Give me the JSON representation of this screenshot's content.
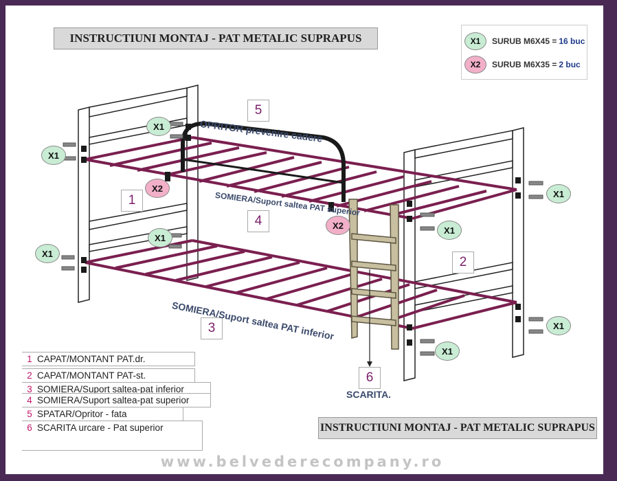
{
  "title_top": "INSTRUCTIUNI MONTAJ - PAT METALIC SUPRAPUS",
  "title_bottom": "INSTRUCTIUNI MONTAJ - PAT METALIC SUPRAPUS",
  "legend": [
    {
      "badge": "X1",
      "text": "SURUB M6X45 =",
      "qty": "16 buc"
    },
    {
      "badge": "X2",
      "text": "SURUB M6X35 =",
      "qty": "2 buc"
    }
  ],
  "callouts": {
    "x1": "X1",
    "x2": "X2"
  },
  "numbers": {
    "n1": "1",
    "n2": "2",
    "n3": "3",
    "n4": "4",
    "n5": "5",
    "n6": "6"
  },
  "labels": {
    "opritor": "OPRITOR prevenire cadere",
    "somiera_sup": "SOMIERA/Suport saltea PAT superior",
    "somiera_inf": "SOMIERA/Suport saltea PAT inferior",
    "scarita": "SCARITA."
  },
  "parts": [
    {
      "num": "1",
      "text": "CAPAT/MONTANT PAT.dr."
    },
    {
      "num": "2",
      "text": "CAPAT/MONTANT PAT-st."
    },
    {
      "num": "3",
      "text": "SOMIERA/Suport saltea-pat inferior"
    },
    {
      "num": "4",
      "text": "SOMIERA/Suport saltea-pat superior"
    },
    {
      "num": "5",
      "text": "SPATAR/Opritor - fata"
    },
    {
      "num": "6",
      "text": "SCARITA urcare - Pat superior"
    }
  ],
  "website": "www.belvederecompany.ro",
  "colors": {
    "frame": "#4a2a55",
    "slats": "#7a1f4f",
    "x1_badge": "#c8ecd4",
    "x2_badge": "#f2b0c8",
    "ladder": "#c8bfa0"
  }
}
